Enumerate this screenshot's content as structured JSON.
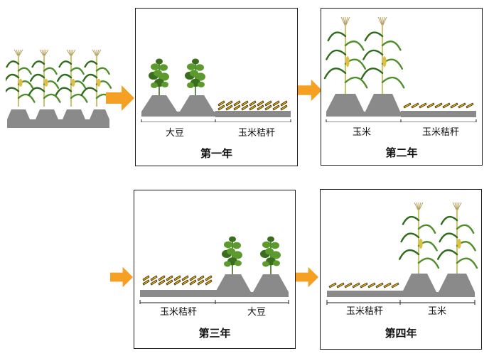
{
  "colors": {
    "ground": "#8a8a8a",
    "arrow": "#f5a023",
    "straw": "#e8b21c",
    "straw_edge": "#3a2a00",
    "stalk": "#c9c47a",
    "leaf": "#4f8f2a",
    "leaf_dark": "#2e6b1a",
    "tassel": "#b8a060",
    "ear": "#e0c040",
    "soy": "#5c9a2e",
    "soy_dark": "#3b6e1c"
  },
  "panels": [
    {
      "id": "year1",
      "left_label": "大豆",
      "right_label": "玉米秸秆",
      "year_label": "第一年"
    },
    {
      "id": "year2",
      "left_label": "玉米",
      "right_label": "玉米秸秆",
      "year_label": "第二年"
    },
    {
      "id": "year3",
      "left_label": "玉米秸秆",
      "right_label": "大豆",
      "year_label": "第三年"
    },
    {
      "id": "year4",
      "left_label": "玉米秸秆",
      "right_label": "玉米",
      "year_label": "第四年"
    }
  ]
}
